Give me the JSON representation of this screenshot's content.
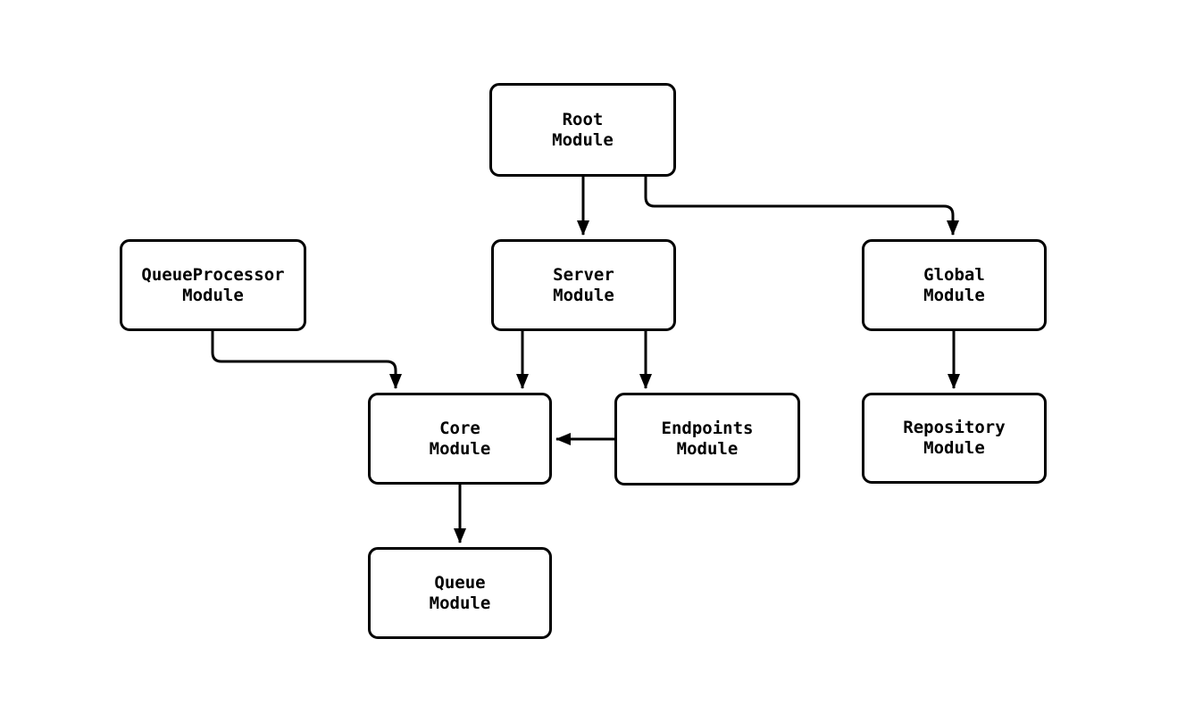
{
  "diagram": {
    "type": "flowchart",
    "background_color": "#ffffff",
    "node_fill_color": "#ffffff",
    "stroke_color": "#000000",
    "nodes": [
      {
        "id": "root",
        "lines": [
          "Root",
          "Module"
        ]
      },
      {
        "id": "queueprocessor",
        "lines": [
          "QueueProcessor",
          "Module"
        ]
      },
      {
        "id": "server",
        "lines": [
          "Server",
          "Module"
        ]
      },
      {
        "id": "global",
        "lines": [
          "Global",
          "Module"
        ]
      },
      {
        "id": "core",
        "lines": [
          "Core",
          "Module"
        ]
      },
      {
        "id": "endpoints",
        "lines": [
          "Endpoints",
          "Module"
        ]
      },
      {
        "id": "repository",
        "lines": [
          "Repository",
          "Module"
        ]
      },
      {
        "id": "queue",
        "lines": [
          "Queue",
          "Module"
        ]
      }
    ],
    "edges": [
      {
        "from": "root",
        "to": "server"
      },
      {
        "from": "root",
        "to": "global"
      },
      {
        "from": "queueprocessor",
        "to": "core"
      },
      {
        "from": "server",
        "to": "core"
      },
      {
        "from": "server",
        "to": "endpoints"
      },
      {
        "from": "endpoints",
        "to": "core"
      },
      {
        "from": "global",
        "to": "repository"
      },
      {
        "from": "core",
        "to": "queue"
      }
    ]
  }
}
